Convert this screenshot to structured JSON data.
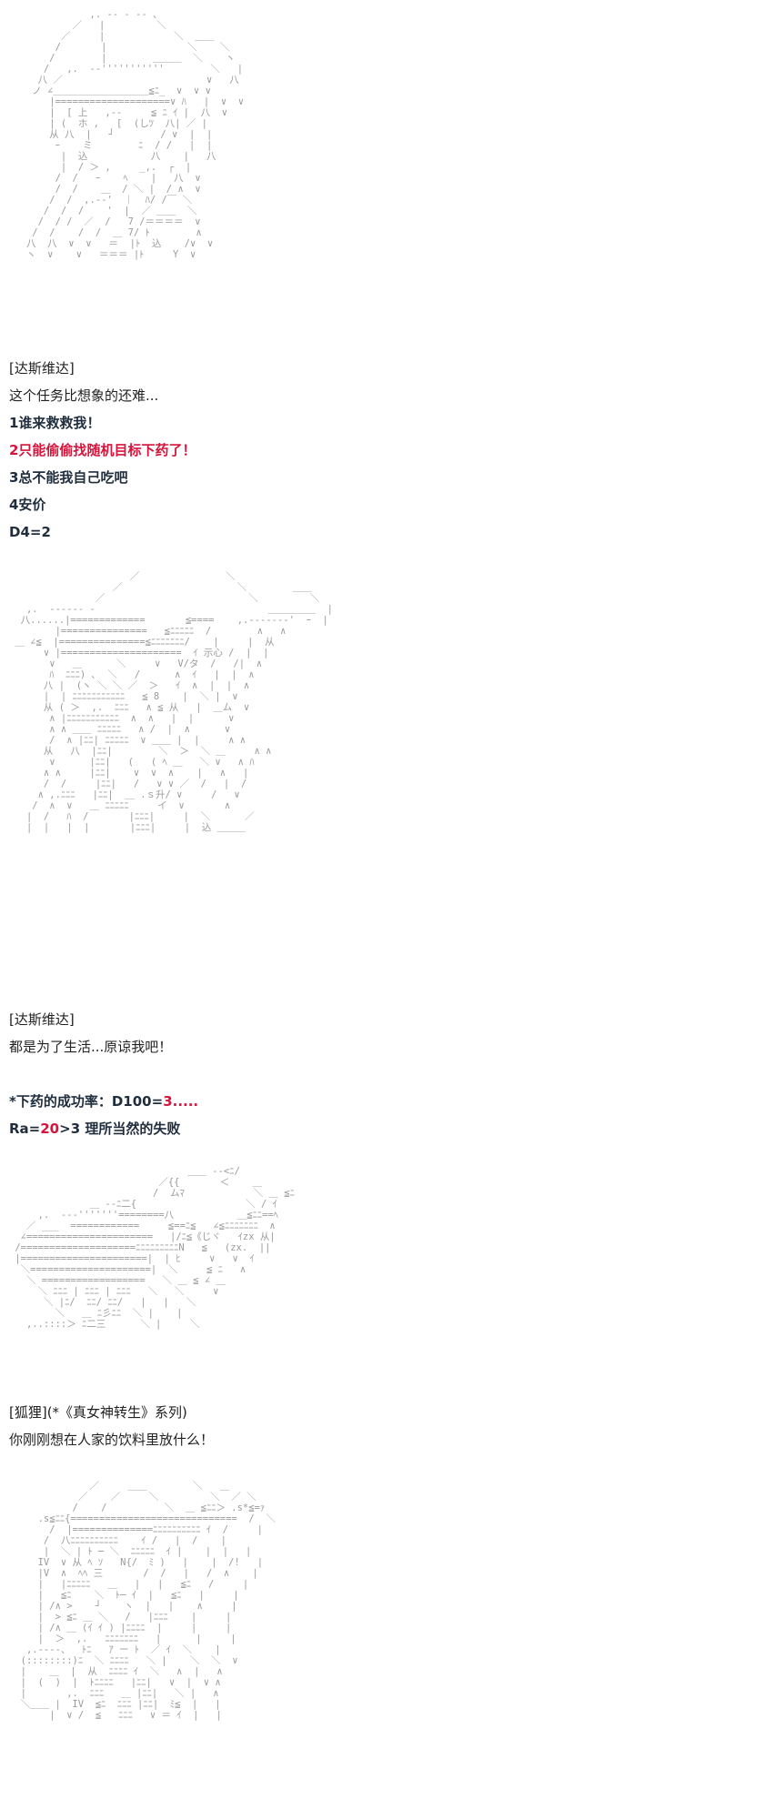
{
  "section1": {
    "speaker": "[达斯维达]",
    "line": "这个任务比想象的还难...",
    "options": [
      {
        "text": "1谁来救救我！"
      },
      {
        "text": "2只能偷偷找随机目标下药了！"
      },
      {
        "text": "3总不能我自己吃吧"
      },
      {
        "text": "4安价"
      }
    ],
    "roll": "D4=2"
  },
  "section2": {
    "speaker": "[达斯维达]",
    "line": "都是为了生活...原谅我吧！"
  },
  "section3": {
    "rate_label": "*下药的成功率：D100=",
    "rate_value": "3.....",
    "ra_prefix": "Ra=",
    "ra_value": "20",
    "ra_suffix": ">3 理所当然的失败"
  },
  "section4": {
    "speaker": "[狐狸](*《真女神转生》系列)",
    "line": "你刚刚想在人家的饮料里放什么！"
  },
  "colors": {
    "text": "#222222",
    "bold_text": "#1f2d3d",
    "highlight_red": "#d6143c",
    "ascii_art": "#9a9a9a"
  }
}
